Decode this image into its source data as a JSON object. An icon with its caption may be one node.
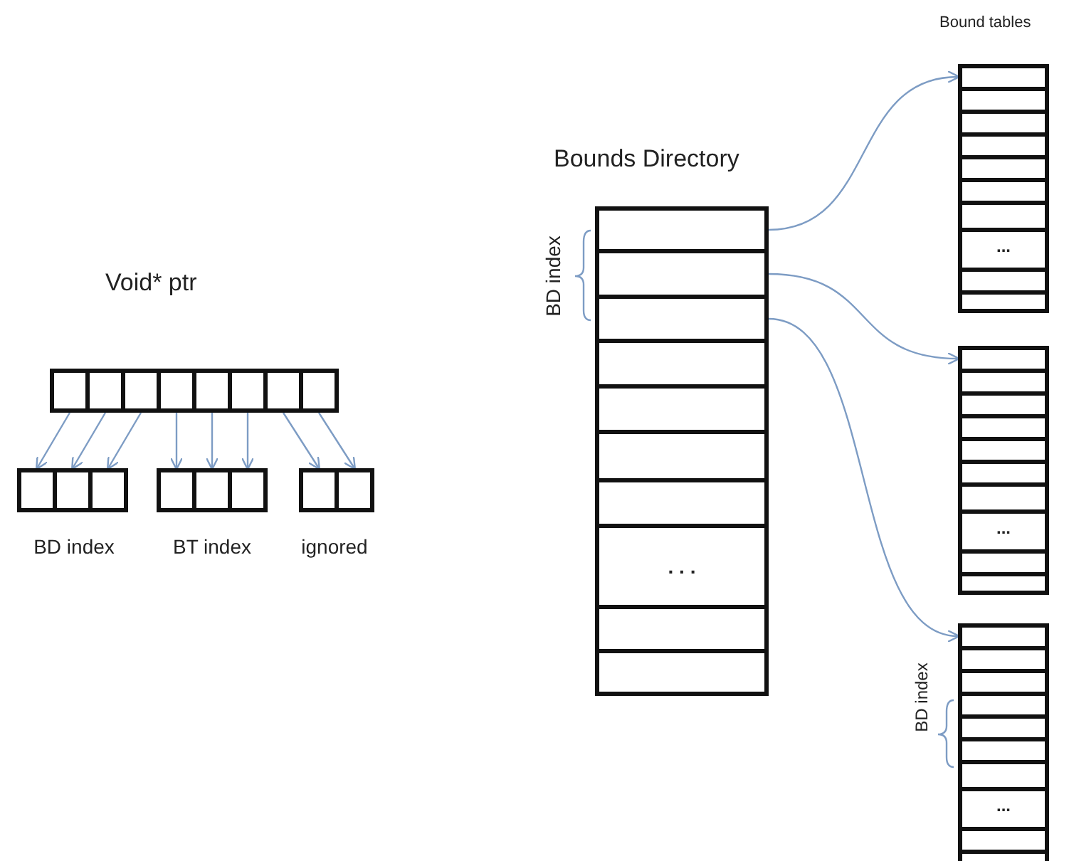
{
  "diagram": {
    "nodes": [
      {
        "text": [
          "Void* ptr"
        ]
      },
      {
        "text": [],
        "shape": "box",
        "in": 0
      },
      {
        "text": [],
        "shape": "box",
        "in": 0
      },
      {
        "text": [],
        "shape": "box",
        "in": 0
      },
      {
        "text": [],
        "shape": "box",
        "in": 0
      },
      {
        "text": [],
        "shape": "box",
        "in": 0
      },
      {
        "text": [],
        "shape": "box",
        "in": 0
      },
      {
        "text": [],
        "shape": "box",
        "in": 0
      },
      {
        "text": [],
        "shape": "box",
        "in": 0
      },
      {
        "text": [
          "BD index"
        ]
      },
      {
        "text": [],
        "shape": "box",
        "in": 9
      },
      {
        "text": [],
        "shape": "box",
        "in": 9
      },
      {
        "text": [],
        "shape": "box",
        "in": 9
      },
      {
        "text": [
          "BT index"
        ]
      },
      {
        "text": [],
        "shape": "box",
        "in": 13
      },
      {
        "text": [],
        "shape": "box",
        "in": 13
      },
      {
        "text": [],
        "shape": "box",
        "in": 13
      },
      {
        "text": [
          "ignored"
        ]
      },
      {
        "text": [],
        "shape": "box",
        "in": 17
      },
      {
        "text": [],
        "shape": "box",
        "in": 17
      },
      {
        "text": [
          "Bounds Directory"
        ]
      },
      {
        "text": [],
        "shape": "box",
        "in": 20
      },
      {
        "text": [],
        "shape": "box",
        "in": 20
      },
      {
        "text": [],
        "shape": "box",
        "in": 20
      },
      {
        "text": [],
        "shape": "box",
        "in": 20
      },
      {
        "text": [],
        "shape": "box",
        "in": 20
      },
      {
        "text": [],
        "shape": "box",
        "in": 20
      },
      {
        "text": [],
        "shape": "box",
        "in": 20
      },
      {
        "text": [
          ". . ."
        ],
        "in": 20
      },
      {
        "text": [],
        "shape": "box",
        "in": 20
      },
      {
        "text": [],
        "shape": "box",
        "in": 20
      },
      {
        "text": [],
        "shape": "box"
      },
      {
        "text": [
          "..."
        ],
        "in": 31
      },
      {
        "text": [],
        "shape": "box"
      },
      {
        "text": [
          "..."
        ],
        "in": 33
      },
      {
        "text": [],
        "shape": "box"
      },
      {
        "text": [
          "..."
        ],
        "in": 35
      }
    ],
    "edges": [
      {
        "from": 1,
        "to": 10,
        "arrow": "to"
      },
      {
        "from": 2,
        "to": 11,
        "arrow": "to"
      },
      {
        "from": 3,
        "to": 12,
        "arrow": "to"
      },
      {
        "from": 4,
        "to": 14,
        "arrow": "to"
      },
      {
        "from": 5,
        "to": 15,
        "arrow": "to"
      },
      {
        "from": 6,
        "to": 16,
        "arrow": "to"
      },
      {
        "from": 7,
        "to": 18,
        "arrow": "to"
      },
      {
        "from": 8,
        "to": 19,
        "arrow": "to"
      },
      {
        "from": 21,
        "to": 31,
        "arrow": "to"
      },
      {
        "from": 22,
        "to": 33,
        "arrow": "to"
      },
      {
        "from": 23,
        "to": 35,
        "arrow": "to"
      }
    ],
    "labels": [
      "Bound tables",
      "BD index",
      "BD index"
    ]
  }
}
